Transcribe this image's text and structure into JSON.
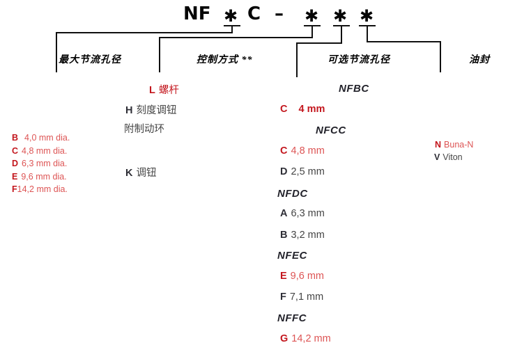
{
  "title": {
    "part1": "NF",
    "star": "✱",
    "part2": "C",
    "dash": "–"
  },
  "branch_labels": {
    "max_orifice": "最大节流孔径",
    "control": "控制方式 **",
    "optional_orifice": "可选节流孔径",
    "oil_seal": "油封"
  },
  "max_orifice_options": [
    {
      "code": "B",
      "desc": "4,0 mm dia."
    },
    {
      "code": "C",
      "desc": "4,8 mm dia."
    },
    {
      "code": "D",
      "desc": "6,3 mm dia."
    },
    {
      "code": "E",
      "desc": "9,6 mm dia."
    },
    {
      "code": "F",
      "desc": "14,2 mm dia."
    }
  ],
  "control_options": [
    {
      "code": "L",
      "desc": "螺杆"
    },
    {
      "code": "H",
      "desc": "刻度调钮"
    },
    {
      "code": "",
      "desc": "附制动环"
    },
    {
      "code": "K",
      "desc": "调钮"
    }
  ],
  "optional_orifice_rows": [
    {
      "type": "model",
      "text": "NFBC"
    },
    {
      "type": "option",
      "code": "C",
      "desc": "4 mm"
    },
    {
      "type": "model",
      "text": "NFCC"
    },
    {
      "type": "option",
      "code": "C",
      "desc": "4,8 mm"
    },
    {
      "type": "option",
      "code": "D",
      "desc": "2,5 mm"
    },
    {
      "type": "model",
      "text": "NFDC"
    },
    {
      "type": "option",
      "code": "A",
      "desc": "6,3 mm"
    },
    {
      "type": "option",
      "code": "B",
      "desc": "3,2 mm"
    },
    {
      "type": "model",
      "text": "NFEC"
    },
    {
      "type": "option",
      "code": "E",
      "desc": "9,6 mm"
    },
    {
      "type": "option",
      "code": "F",
      "desc": "7,1 mm"
    },
    {
      "type": "model",
      "text": "NFFC"
    },
    {
      "type": "option",
      "code": "G",
      "desc": "14,2 mm"
    }
  ],
  "oil_seal_options": [
    {
      "code": "N",
      "desc": "Buna-N"
    },
    {
      "code": "V",
      "desc": "Viton"
    }
  ],
  "colors": {
    "accent_red": "#c3161d",
    "light_red": "#dd5454",
    "dark_text": "#454545",
    "bold_dark": "#2e2e36",
    "line_black": "#101010"
  }
}
